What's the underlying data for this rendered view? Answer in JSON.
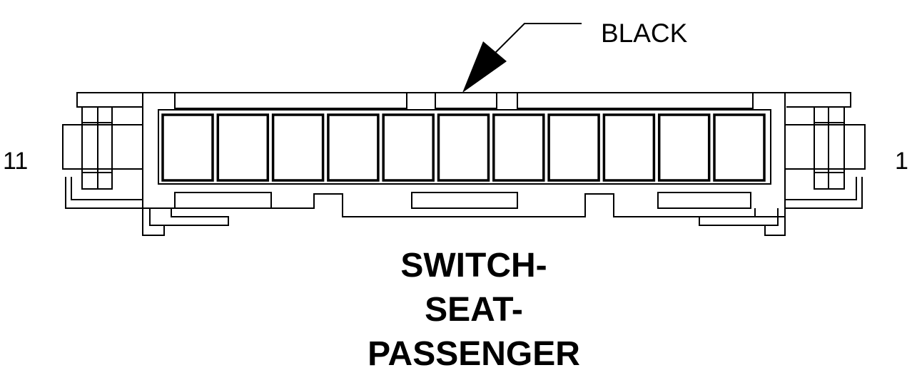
{
  "connector": {
    "color_label": "BLACK",
    "pin_left": "11",
    "pin_right": "1",
    "cavity_count": 11,
    "title_lines": [
      "SWITCH-",
      "SEAT-",
      "PASSENGER"
    ]
  },
  "colors": {
    "line": "#000000",
    "background": "#ffffff"
  }
}
